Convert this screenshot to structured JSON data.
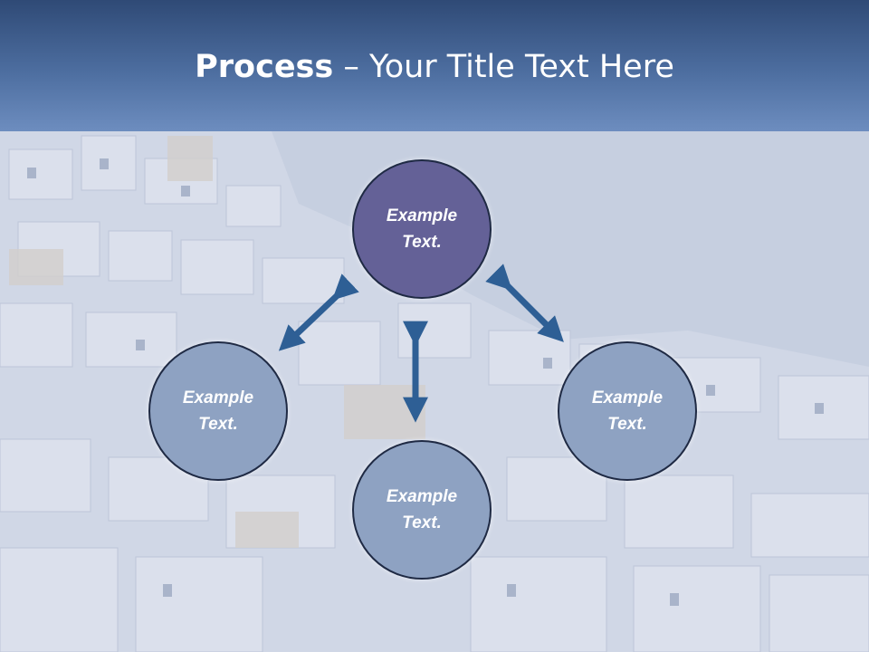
{
  "slide": {
    "title_bold": "Process",
    "title_rest": " – Your Title Text Here"
  },
  "diagram": {
    "nodes": [
      {
        "id": "top",
        "label": "Example\nText."
      },
      {
        "id": "left",
        "label": "Example\nText."
      },
      {
        "id": "right",
        "label": "Example\nText."
      },
      {
        "id": "bottom",
        "label": "Example\nText."
      }
    ]
  },
  "colors": {
    "header": "#3d5c8c",
    "node_top": "#646197",
    "node_other": "#8ea2c2",
    "arrow": "#2e5f95"
  }
}
